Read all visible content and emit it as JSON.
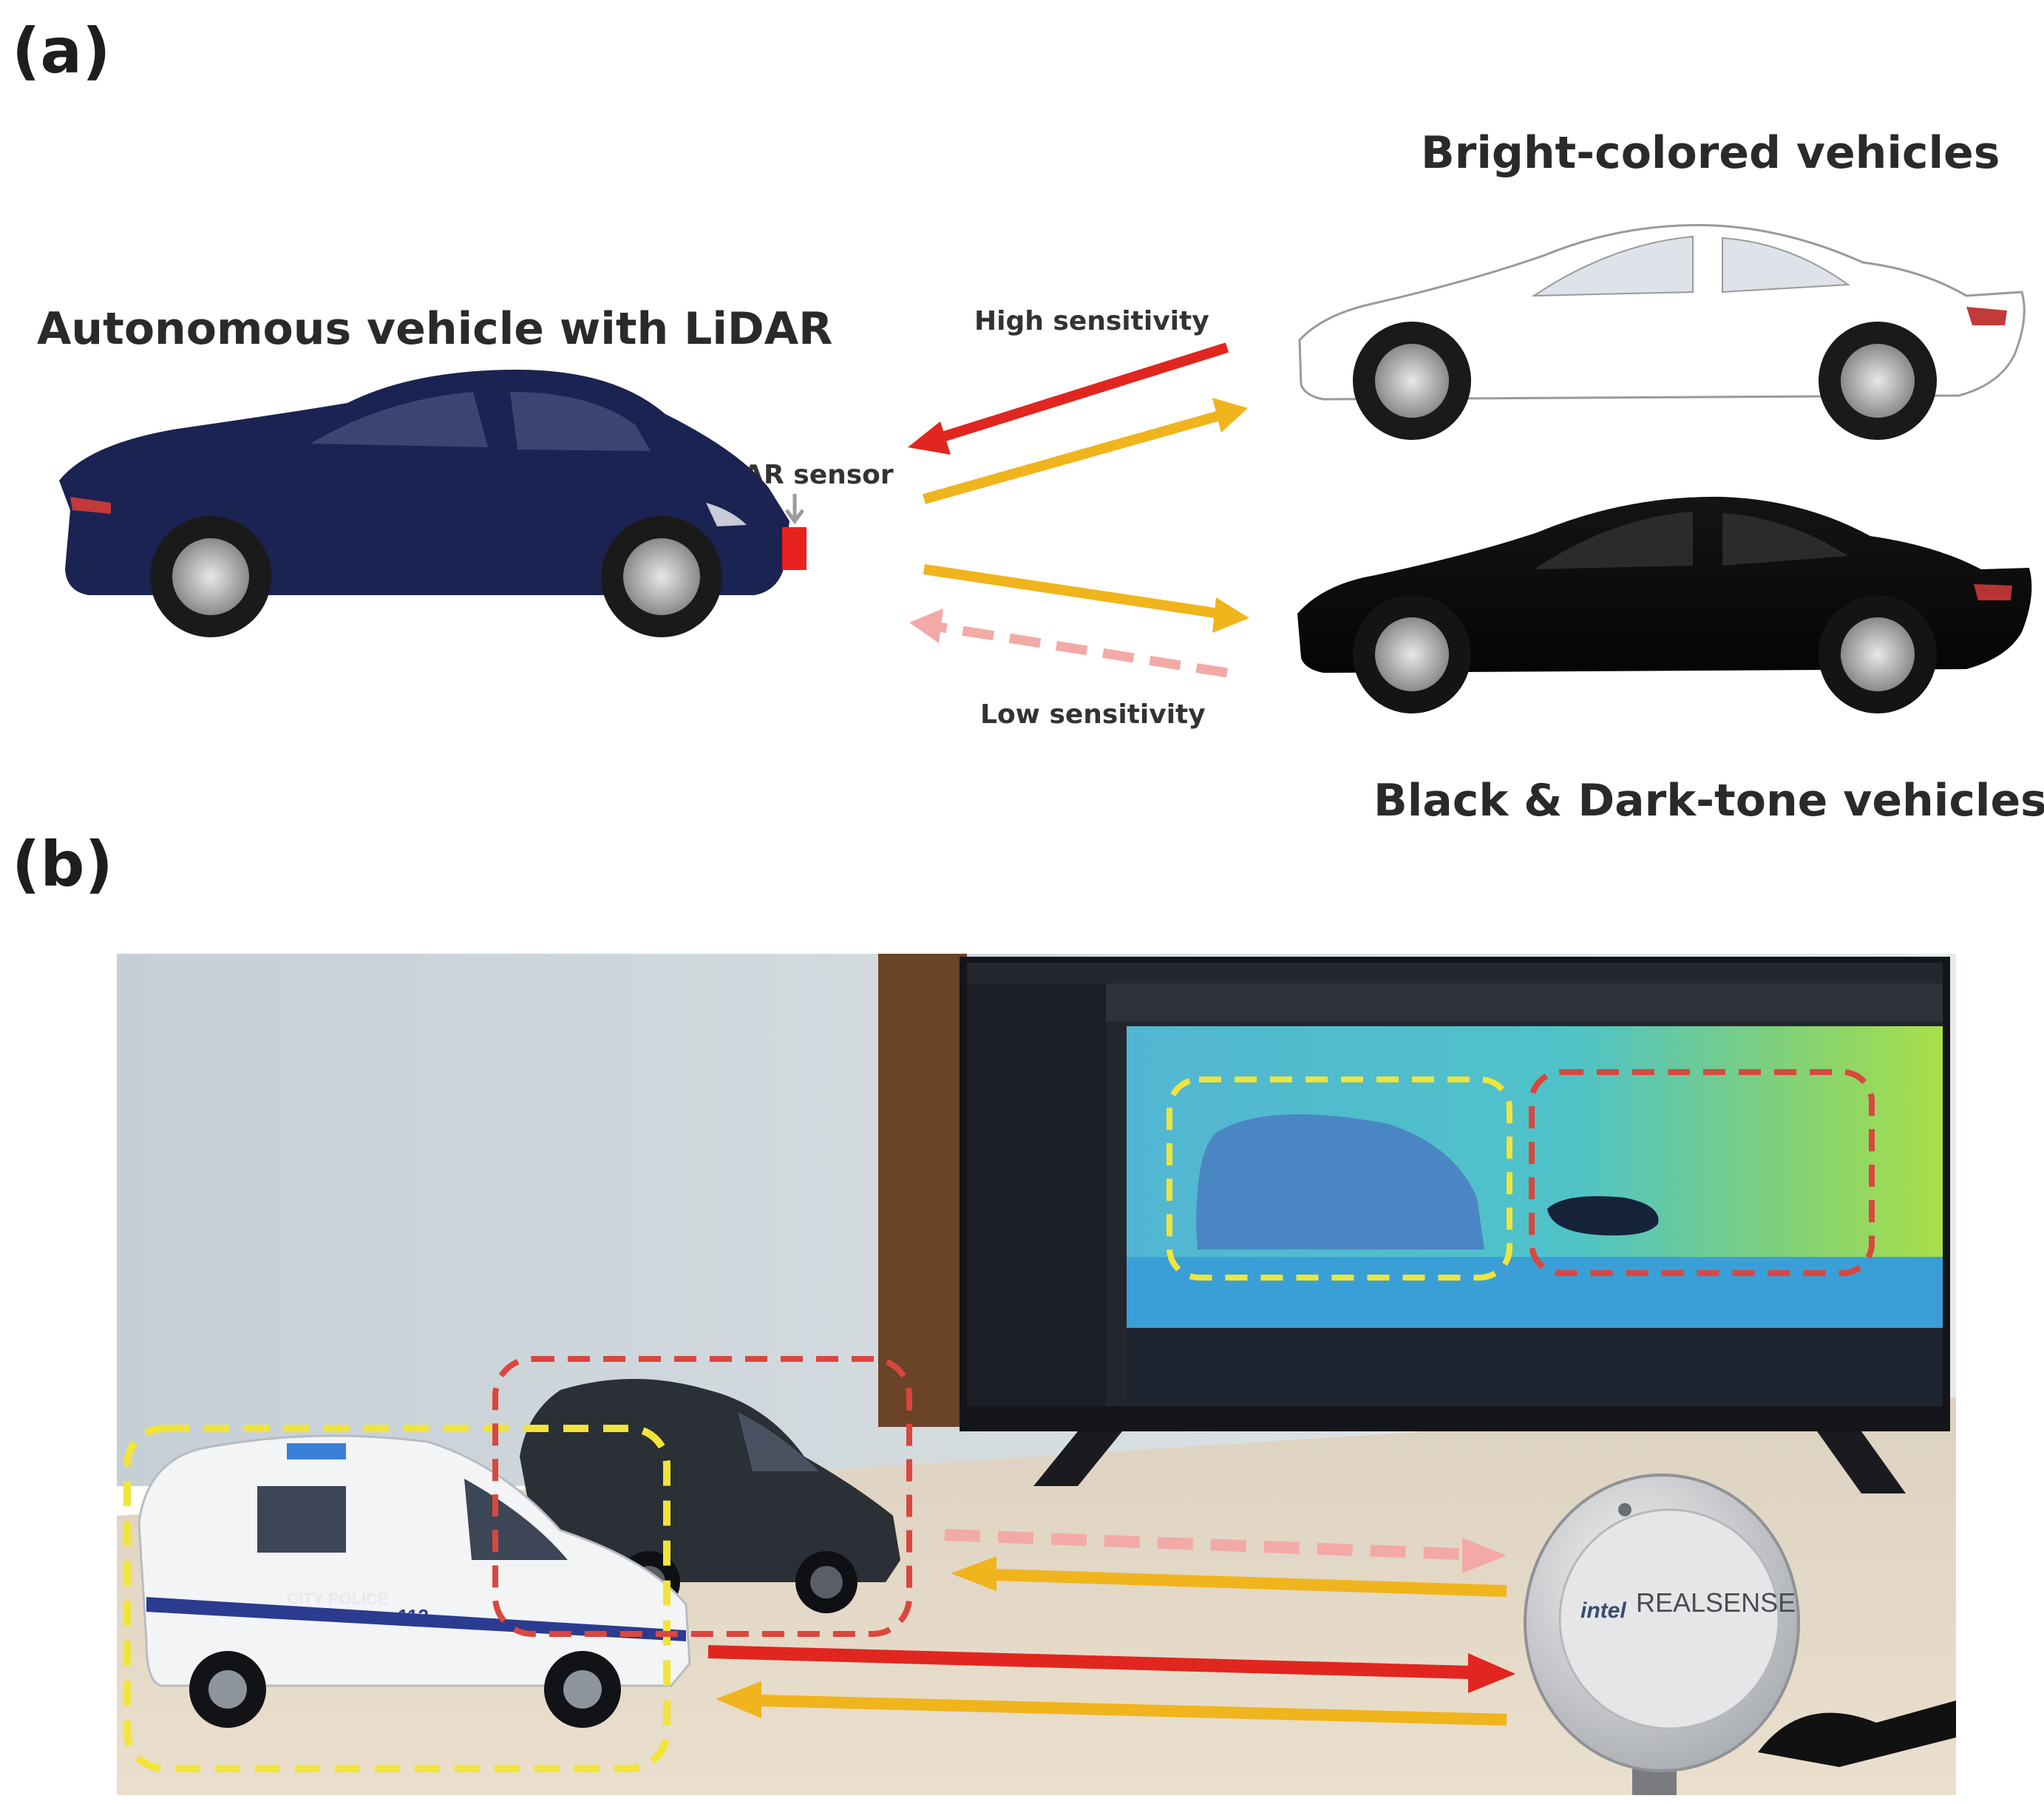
{
  "panel_a": {
    "label": "(a)",
    "title_left": "Autonomous vehicle with LiDAR",
    "sensor_label": "LiDAR sensor",
    "high_label": "High sensitivity",
    "low_label": "Low sensitivity",
    "bright_title": "Bright-colored vehicles",
    "dark_title": "Black & Dark-tone vehicles"
  },
  "panel_b": {
    "label": "(b)",
    "police_text": "CITY POLICE",
    "police_number": "112",
    "camera_brand": "REALSENSE",
    "camera_logo": "intel"
  },
  "colors": {
    "high_arrow": "#e0261f",
    "emit_arrow": "#f0b41c",
    "low_arrow": "#f3aaa6",
    "ego_car": "#1b2352",
    "sensor": "#e8231f",
    "box_bright": "#f1e43a",
    "box_dark": "#d9473f"
  }
}
